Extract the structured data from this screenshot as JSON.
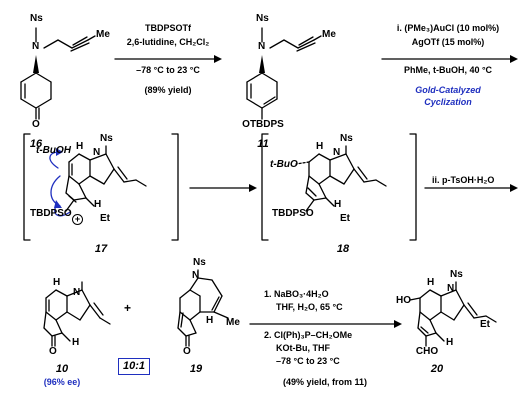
{
  "atoms": {
    "ns": "Ns",
    "n": "N",
    "me": "Me",
    "o": "O",
    "otbdps": "OTBDPS",
    "tbdpso": "TBDPSO",
    "h": "H",
    "et": "Et",
    "tbuoh": "t-BuOH",
    "tbuo": "t-BuO",
    "ho": "HO",
    "cho": "CHO",
    "plus_charge": "+"
  },
  "compounds": {
    "c16": "16",
    "c11": "11",
    "c17": "17",
    "c18": "18",
    "c10": "10",
    "c19": "19",
    "c20": "20"
  },
  "step1": {
    "reagent1": "TBDPSOTf",
    "reagent2": "2,6-lutidine, CH₂Cl₂",
    "conditions": "–78 °C to 23 °C",
    "yield": "(89% yield)"
  },
  "step2": {
    "reagent1": "i. (PMe₃)AuCl (10 mol%)",
    "reagent2": "AgOTf (15 mol%)",
    "conditions": "PhMe, t-BuOH, 40 °C",
    "label_line1": "Gold-Catalyzed",
    "label_line2": "Cyclization"
  },
  "step3": {
    "reagent": "ii. p-TsOH·H₂O"
  },
  "step4": {
    "r1": "1. NaBO₃·4H₂O",
    "r1b": "THF, H₂O, 65 °C",
    "r2": "2. Cl(Ph)₃P–CH₂OMe",
    "r2b": "KOt-Bu, THF",
    "r2c": "–78 °C to 23 °C",
    "yield": "(49% yield, from 11)"
  },
  "ee_10": "(96% ee)",
  "ratio": "10:1",
  "plus": "+",
  "colors": {
    "accent": "#1f2fbf"
  }
}
